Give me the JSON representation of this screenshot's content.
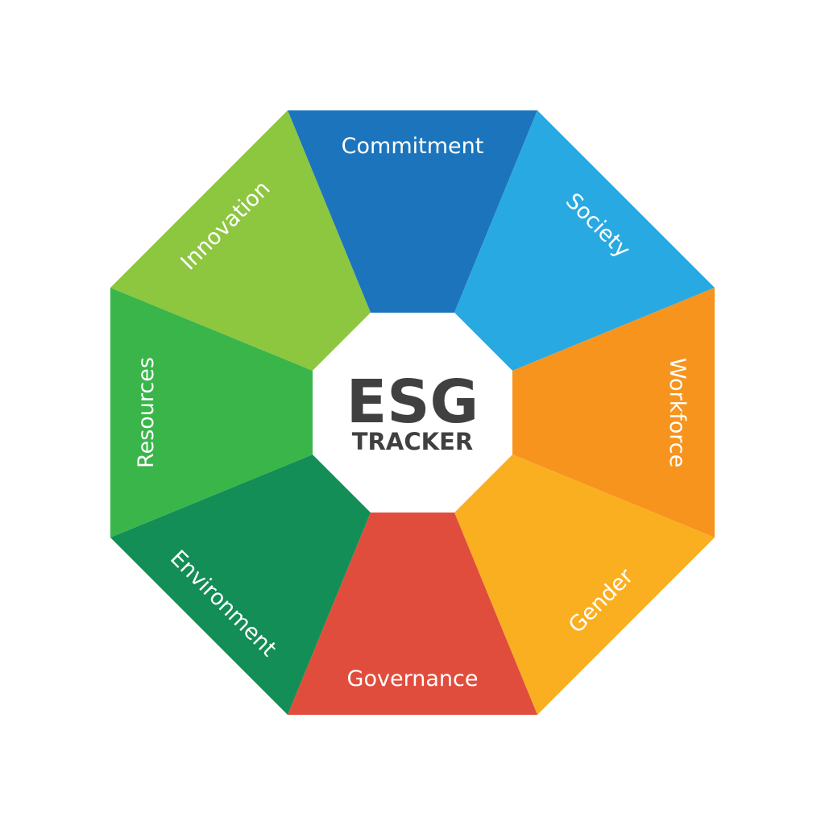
{
  "diagram": {
    "center": {
      "title": "ESG",
      "subtitle": "TRACKER",
      "text_color": "#404040",
      "fill": "#ffffff"
    },
    "segments": [
      {
        "label": "Commitment",
        "color": "#1c75bc"
      },
      {
        "label": "Society",
        "color": "#29a9e1"
      },
      {
        "label": "Workforce",
        "color": "#f7941e"
      },
      {
        "label": "Gender",
        "color": "#faaf20"
      },
      {
        "label": "Governance",
        "color": "#e14d3d"
      },
      {
        "label": "Environment",
        "color": "#138e56"
      },
      {
        "label": "Resources",
        "color": "#3ab54a"
      },
      {
        "label": "Innovation",
        "color": "#8dc63f"
      }
    ]
  }
}
